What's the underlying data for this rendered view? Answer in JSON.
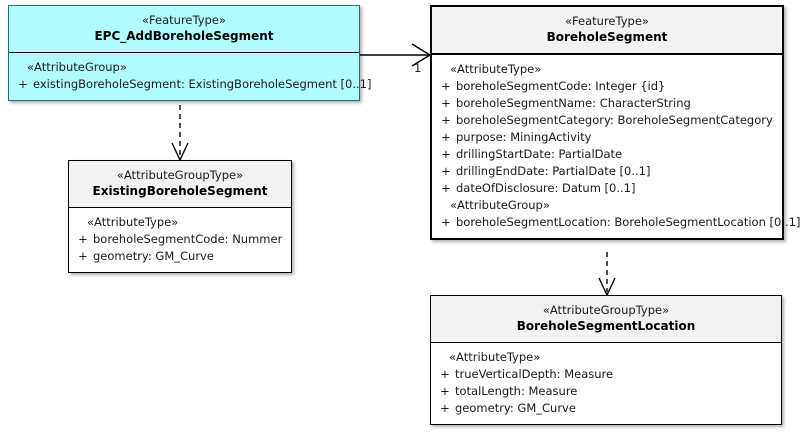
{
  "diagram": {
    "type": "uml-class-diagram",
    "background_color": "#ffffff",
    "highlight_color": "#b2fdfd",
    "header_color": "#f2f2f2",
    "line_color": "#000000"
  },
  "classes": [
    {
      "id": "epc-add-borehole-segment",
      "stereotype": "«FeatureType»",
      "name": "EPC_AddBoreholeSegment",
      "highlighted": true,
      "compartments": [
        {
          "group": "«AttributeGroup»",
          "attributes": [
            {
              "visibility": "+",
              "text": "existingBoreholeSegment: ExistingBoreholeSegment [0..1]"
            }
          ]
        }
      ]
    },
    {
      "id": "borehole-segment",
      "stereotype": "«FeatureType»",
      "name": "BoreholeSegment",
      "highlighted": false,
      "compartments": [
        {
          "group": "«AttributeType»",
          "attributes": [
            {
              "visibility": "+",
              "text": "boreholeSegmentCode: Integer {id}"
            },
            {
              "visibility": "+",
              "text": "boreholeSegmentName: CharacterString"
            },
            {
              "visibility": "+",
              "text": "boreholeSegmentCategory: BoreholeSegmentCategory"
            },
            {
              "visibility": "+",
              "text": "purpose: MiningActivity"
            },
            {
              "visibility": "+",
              "text": "drillingStartDate: PartialDate"
            },
            {
              "visibility": "+",
              "text": "drillingEndDate: PartialDate [0..1]"
            },
            {
              "visibility": "+",
              "text": "dateOfDisclosure: Datum [0..1]"
            }
          ]
        },
        {
          "group": "«AttributeGroup»",
          "attributes": [
            {
              "visibility": "+",
              "text": "boreholeSegmentLocation: BoreholeSegmentLocation [0..1]"
            }
          ]
        }
      ]
    },
    {
      "id": "existing-borehole-segment",
      "stereotype": "«AttributeGroupType»",
      "name": "ExistingBoreholeSegment",
      "highlighted": false,
      "compartments": [
        {
          "group": "«AttributeType»",
          "attributes": [
            {
              "visibility": "+",
              "text": "boreholeSegmentCode: Nummer"
            },
            {
              "visibility": "+",
              "text": "geometry: GM_Curve"
            }
          ]
        }
      ]
    },
    {
      "id": "borehole-segment-location",
      "stereotype": "«AttributeGroupType»",
      "name": "BoreholeSegmentLocation",
      "highlighted": false,
      "compartments": [
        {
          "group": "«AttributeType»",
          "attributes": [
            {
              "visibility": "+",
              "text": "trueVerticalDepth: Measure"
            },
            {
              "visibility": "+",
              "text": "totalLength: Measure"
            },
            {
              "visibility": "+",
              "text": "geometry: GM_Curve"
            }
          ]
        }
      ]
    }
  ],
  "connectors": [
    {
      "id": "association-epc-to-boreholesegment",
      "kind": "association",
      "style": "solid",
      "arrowhead": "open",
      "from": "epc-add-borehole-segment",
      "to": "borehole-segment",
      "target_multiplicity": "1"
    },
    {
      "id": "dependency-epc-to-existing",
      "kind": "dependency",
      "style": "dashed",
      "arrowhead": "open",
      "from": "epc-add-borehole-segment",
      "to": "existing-borehole-segment",
      "target_multiplicity": ""
    },
    {
      "id": "dependency-boreholesegment-to-location",
      "kind": "dependency",
      "style": "dashed",
      "arrowhead": "open",
      "from": "borehole-segment",
      "to": "borehole-segment-location",
      "target_multiplicity": ""
    }
  ]
}
